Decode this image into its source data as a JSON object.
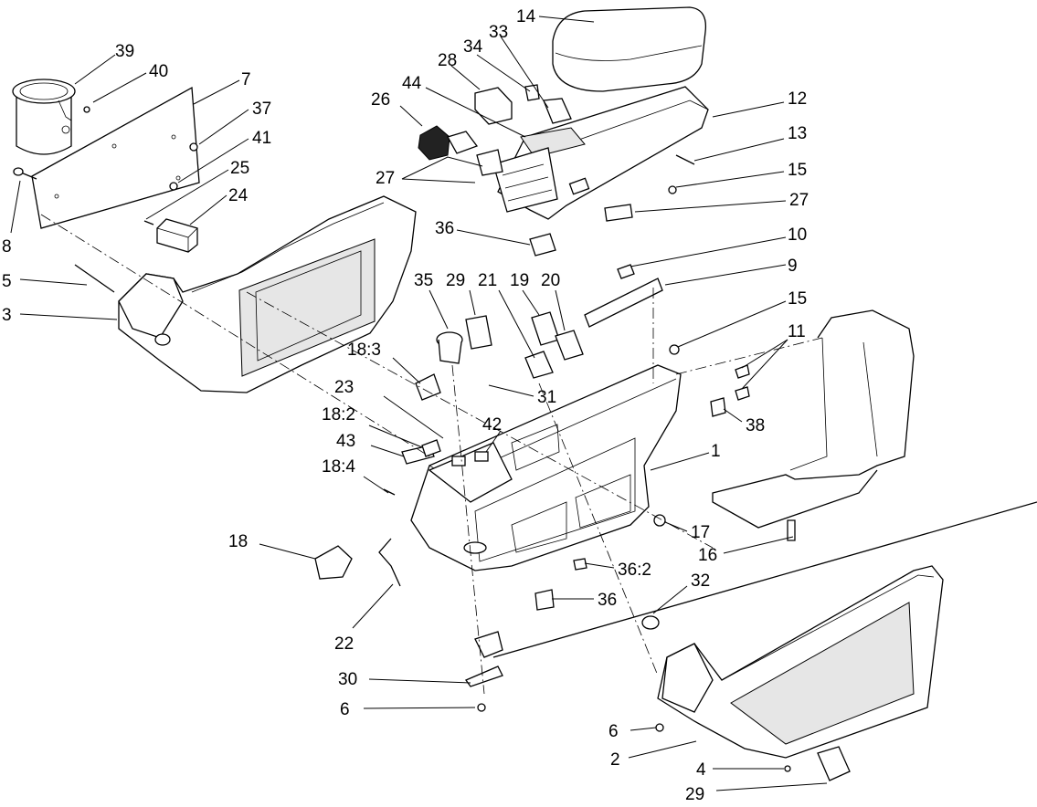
{
  "diagram": {
    "callouts": [
      {
        "id": "c39",
        "label": "39"
      },
      {
        "id": "c40",
        "label": "40"
      },
      {
        "id": "c7",
        "label": "7"
      },
      {
        "id": "c37",
        "label": "37"
      },
      {
        "id": "c41",
        "label": "41"
      },
      {
        "id": "c25",
        "label": "25"
      },
      {
        "id": "c24",
        "label": "24"
      },
      {
        "id": "c8",
        "label": "8"
      },
      {
        "id": "c5",
        "label": "5"
      },
      {
        "id": "c3",
        "label": "3"
      },
      {
        "id": "c14",
        "label": "14"
      },
      {
        "id": "c33",
        "label": "33"
      },
      {
        "id": "c34",
        "label": "34"
      },
      {
        "id": "c28",
        "label": "28"
      },
      {
        "id": "c44",
        "label": "44"
      },
      {
        "id": "c26",
        "label": "26"
      },
      {
        "id": "c12",
        "label": "12"
      },
      {
        "id": "c13",
        "label": "13"
      },
      {
        "id": "c15a",
        "label": "15"
      },
      {
        "id": "c27a",
        "label": "27"
      },
      {
        "id": "c27b",
        "label": "27"
      },
      {
        "id": "c36a",
        "label": "36"
      },
      {
        "id": "c10",
        "label": "10"
      },
      {
        "id": "c9",
        "label": "9"
      },
      {
        "id": "c35",
        "label": "35"
      },
      {
        "id": "c29a",
        "label": "29"
      },
      {
        "id": "c21",
        "label": "21"
      },
      {
        "id": "c19",
        "label": "19"
      },
      {
        "id": "c20",
        "label": "20"
      },
      {
        "id": "c15b",
        "label": "15"
      },
      {
        "id": "c11",
        "label": "11"
      },
      {
        "id": "c183",
        "label": "18:3"
      },
      {
        "id": "c31",
        "label": "31"
      },
      {
        "id": "c23",
        "label": "23"
      },
      {
        "id": "c182",
        "label": "18:2"
      },
      {
        "id": "c42",
        "label": "42"
      },
      {
        "id": "c38",
        "label": "38"
      },
      {
        "id": "c43",
        "label": "43"
      },
      {
        "id": "c1",
        "label": "1"
      },
      {
        "id": "c184",
        "label": "18:4"
      },
      {
        "id": "c17",
        "label": "17"
      },
      {
        "id": "c18",
        "label": "18"
      },
      {
        "id": "c16",
        "label": "16"
      },
      {
        "id": "c362",
        "label": "36:2"
      },
      {
        "id": "c32",
        "label": "32"
      },
      {
        "id": "c36b",
        "label": "36"
      },
      {
        "id": "c22",
        "label": "22"
      },
      {
        "id": "c30",
        "label": "30"
      },
      {
        "id": "c6a",
        "label": "6"
      },
      {
        "id": "c6b",
        "label": "6"
      },
      {
        "id": "c2",
        "label": "2"
      },
      {
        "id": "c4",
        "label": "4"
      },
      {
        "id": "c29b",
        "label": "29"
      }
    ]
  }
}
